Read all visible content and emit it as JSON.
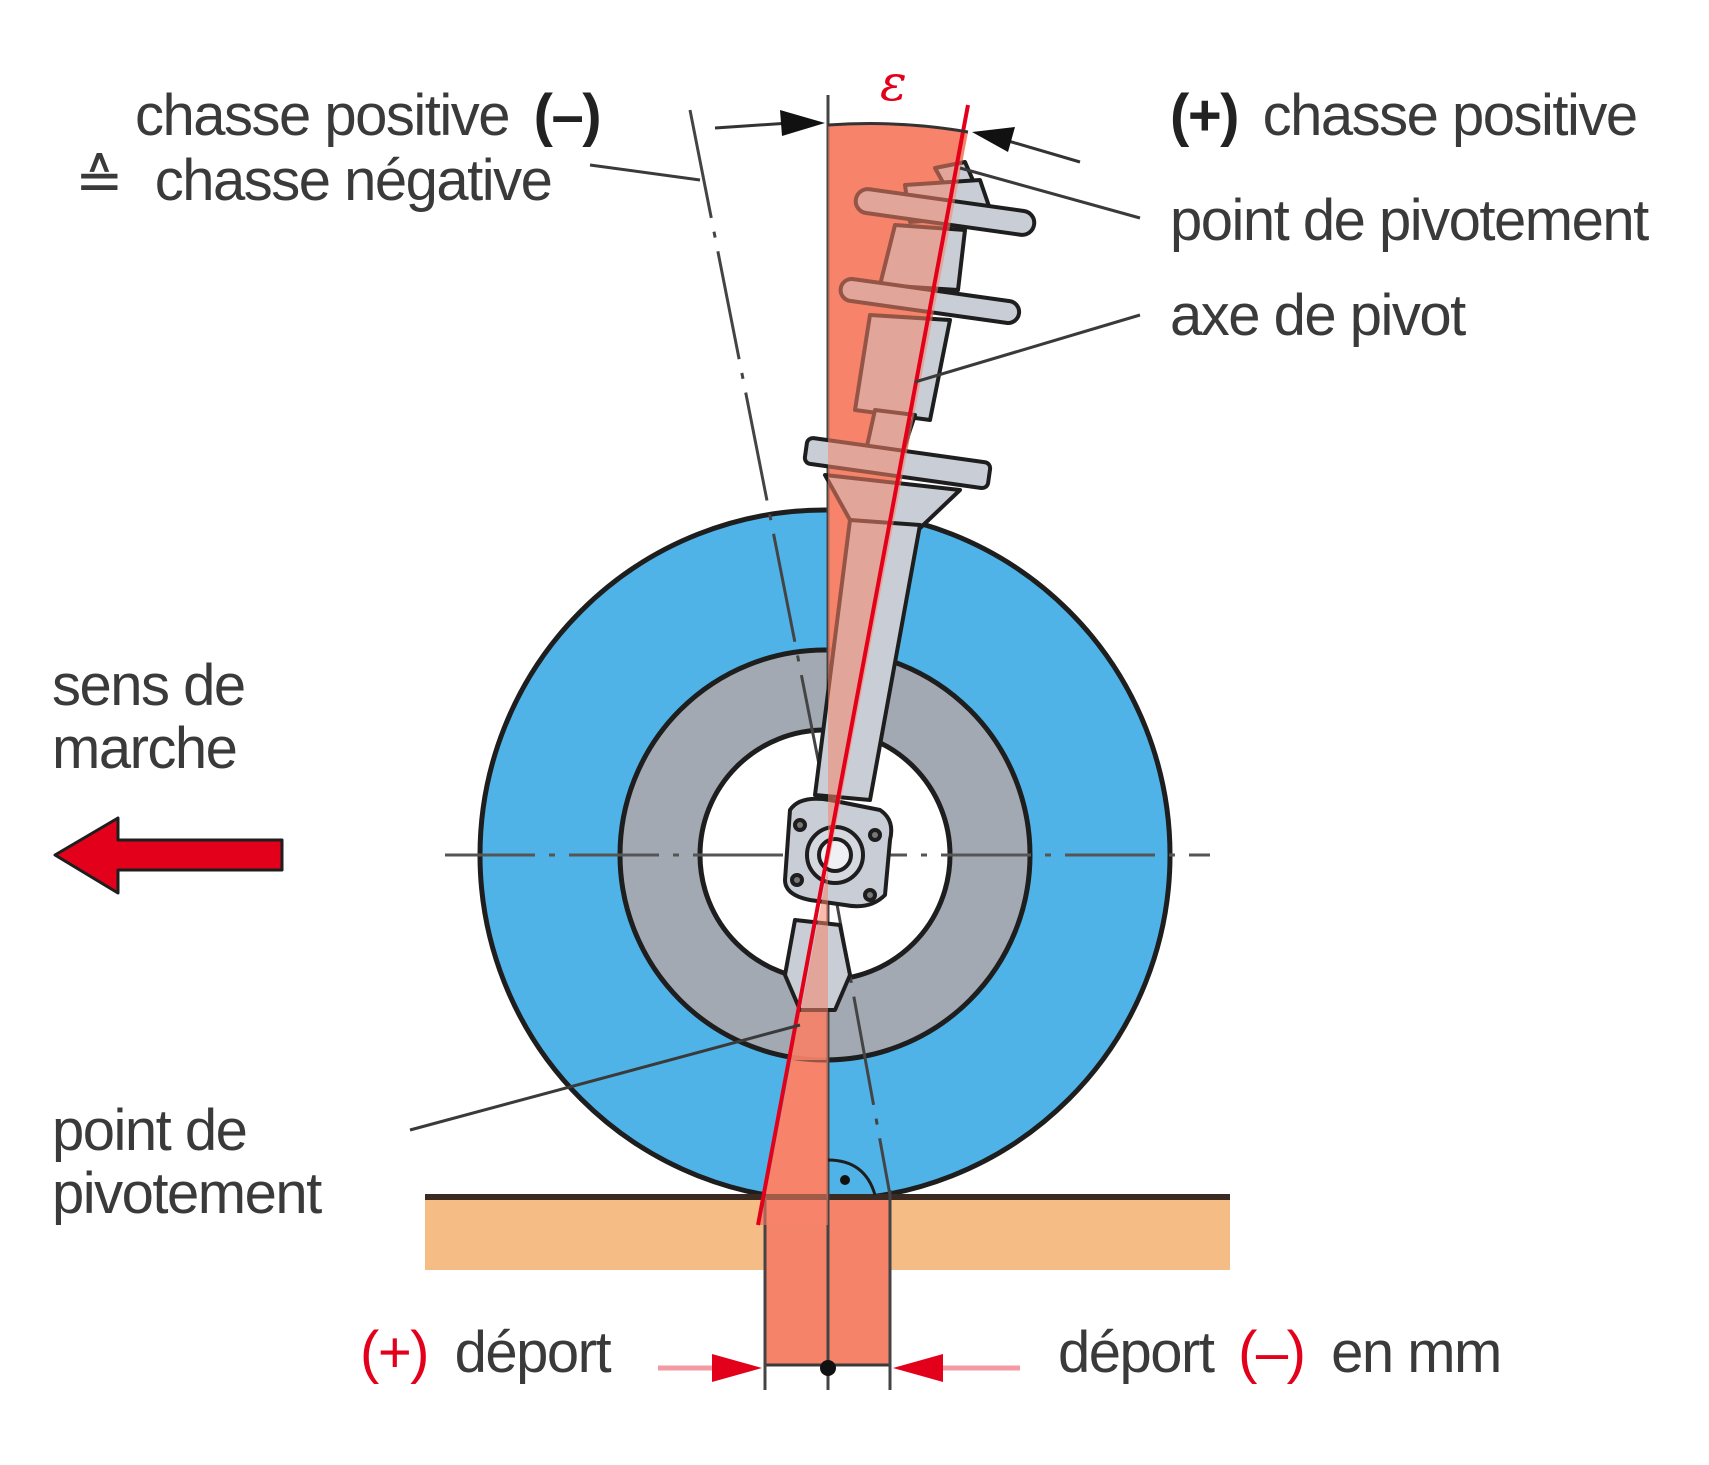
{
  "labels": {
    "caster_positive_minus": "chasse positive",
    "caster_positive_minus_sign": "(–)",
    "equivalent_symbol": "≙",
    "caster_negative": "chasse négative",
    "caster_positive_plus_sign": "(+)",
    "caster_positive_plus": "chasse positive",
    "pivot_point_top": "point de pivotement",
    "pivot_axis": "axe de pivot",
    "direction_line1": "sens de",
    "direction_line2": "marche",
    "pivot_point_bottom_line1": "point de",
    "pivot_point_bottom_line2": "pivotement",
    "offset_plus_sign": "(+)",
    "offset_left": "déport",
    "offset_right": "déport",
    "offset_minus_sign": "(–)",
    "offset_unit": "en mm",
    "angle_symbol": "ε"
  },
  "colors": {
    "tyre": "#4fb3e8",
    "rim": "#a3a9b2",
    "hub_bore": "#ffffff",
    "caster_wedge": "#f5836a",
    "ground": "#f5bd85",
    "axis_red": "#e3001b",
    "arrow_red": "#e3001b",
    "strut": "#c9ced6",
    "outline": "#2b2b2b"
  }
}
